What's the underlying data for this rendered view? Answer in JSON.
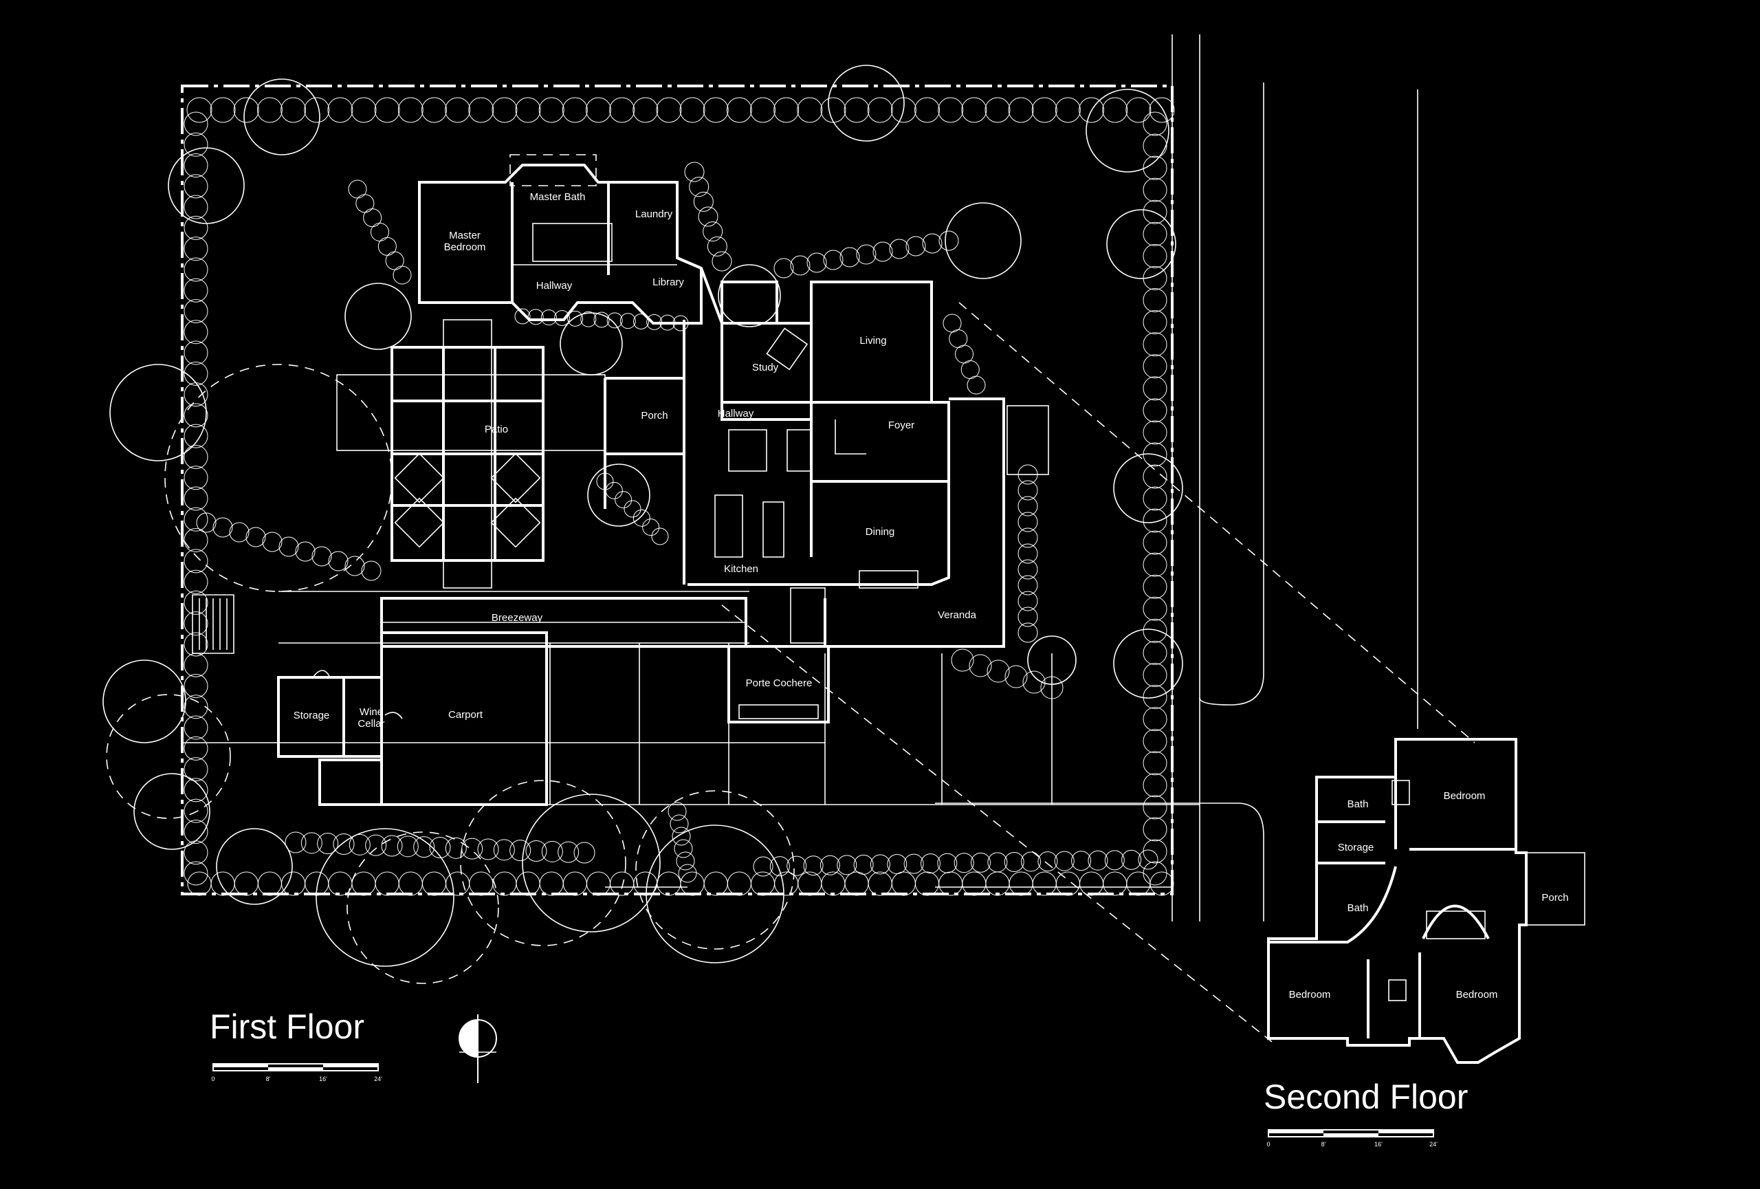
{
  "first_floor": {
    "title": "First Floor",
    "scale_ticks": [
      "0",
      "8'",
      "16'",
      "24'"
    ],
    "rooms": {
      "master_bedroom": "Master\nBedroom",
      "master_bath": "Master Bath",
      "laundry": "Laundry",
      "hallway_north": "Hallway",
      "library": "Library",
      "study": "Study",
      "living": "Living",
      "patio": "Patio",
      "porch": "Porch",
      "hallway_center": "Hallway",
      "foyer": "Foyer",
      "dining": "Dining",
      "kitchen": "Kitchen",
      "veranda": "Veranda",
      "breezeway": "Breezeway",
      "porte_cochere": "Porte Cochere",
      "storage": "Storage",
      "wine_cellar": "Wine\nCellar",
      "carport": "Carport"
    }
  },
  "second_floor": {
    "title": "Second Floor",
    "scale_ticks": [
      "0",
      "8'",
      "16'",
      "24'"
    ],
    "rooms": {
      "bath_upper": "Bath",
      "storage": "Storage",
      "bath_lower": "Bath",
      "bedroom_ne": "Bedroom",
      "porch": "Porch",
      "bedroom_sw": "Bedroom",
      "bedroom_se": "Bedroom"
    }
  },
  "colors": {
    "background": "#000000",
    "line": "#ffffff"
  },
  "icons": {
    "north_arrow": "north-arrow-icon"
  }
}
